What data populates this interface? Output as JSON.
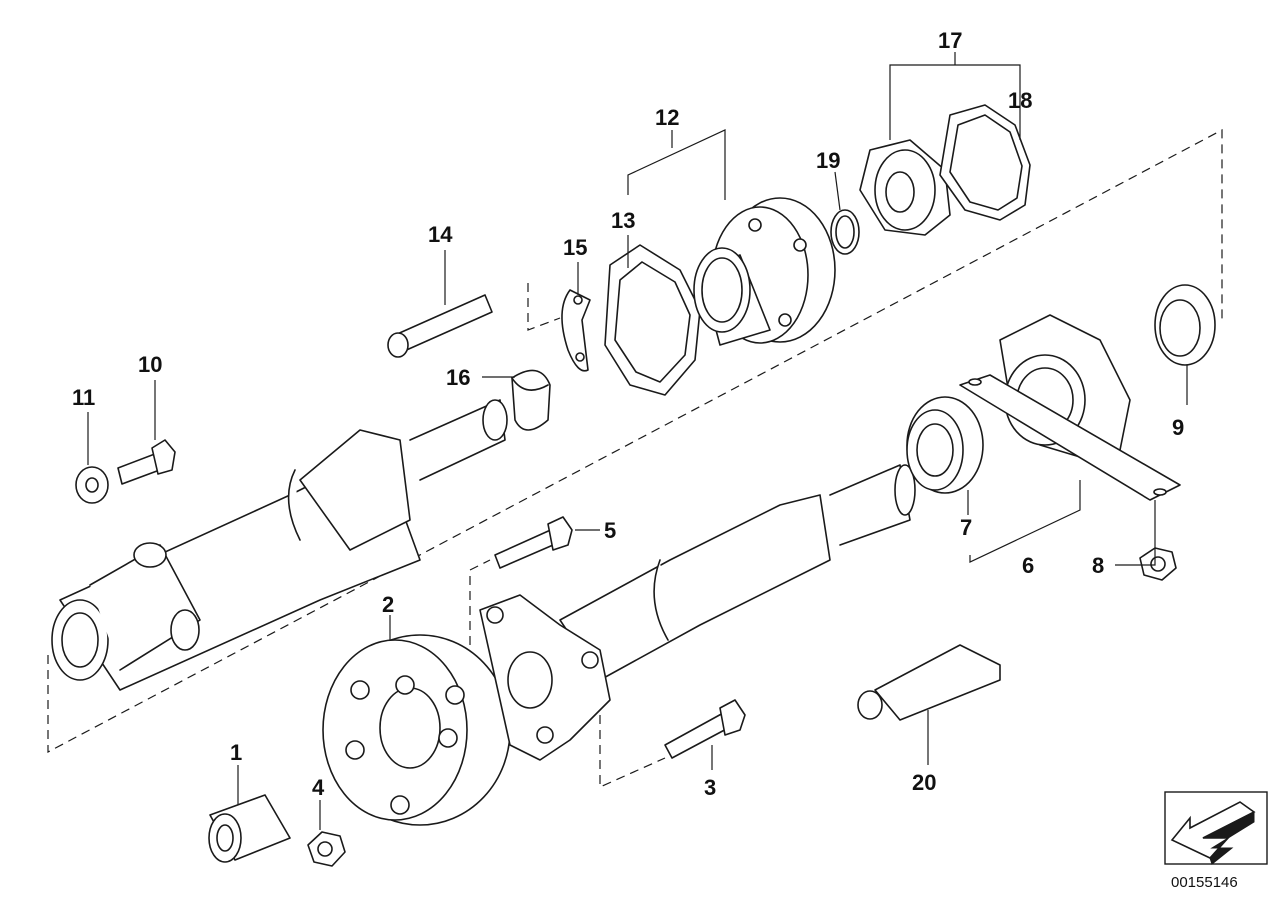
{
  "diagram": {
    "callouts": {
      "c1": "1",
      "c2": "2",
      "c3": "3",
      "c4": "4",
      "c5": "5",
      "c6": "6",
      "c7": "7",
      "c8": "8",
      "c9": "9",
      "c10": "10",
      "c11": "11",
      "c12": "12",
      "c13": "13",
      "c14": "14",
      "c15": "15",
      "c16": "16",
      "c17": "17",
      "c18": "18",
      "c19": "19",
      "c20": "20"
    },
    "document_id": "00155146",
    "colors": {
      "ink": "#1a1a1a",
      "paper": "#ffffff"
    },
    "icons": {
      "orientation": "direction-arrow-icon"
    }
  }
}
